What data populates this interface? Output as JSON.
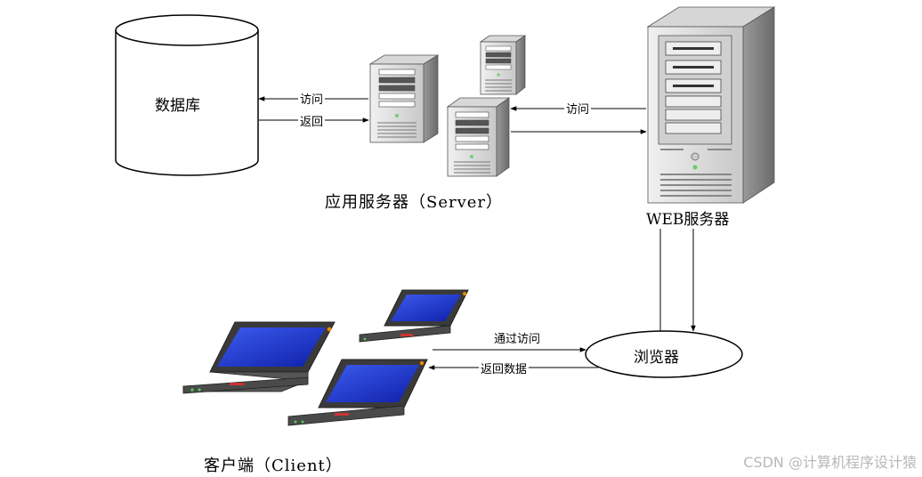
{
  "nodes": {
    "database": "数据库",
    "app_server_caption": "应用服务器（Server）",
    "web_server_caption": "WEB服务器",
    "browser": "浏览器",
    "client_caption": "客户端（Client）"
  },
  "edges": {
    "db_access": "访问",
    "db_return": "返回",
    "web_access": "访问",
    "client_access": "通过访问",
    "client_return": "返回数据"
  },
  "watermark": "CSDN @计算机程序设计猿",
  "colors": {
    "screen_blue": "#1a2fd8",
    "laptop_gray": "#4a4a4a",
    "server_light": "#e0e0e0",
    "server_dark": "#8a8a8a"
  }
}
